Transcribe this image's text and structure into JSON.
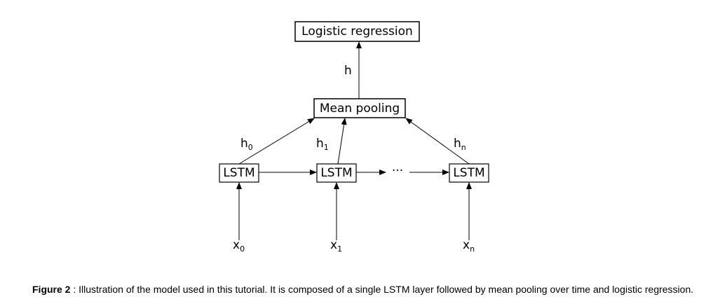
{
  "boxes": {
    "logistic": "Logistic regression",
    "pooling": "Mean pooling",
    "lstm_0": "LSTM",
    "lstm_1": "LSTM",
    "lstm_n": "LSTM"
  },
  "ellipsis": "···",
  "labels": {
    "h": "h",
    "h0": {
      "base": "h",
      "sub": "0"
    },
    "h1": {
      "base": "h",
      "sub": "1"
    },
    "hn": {
      "base": "h",
      "sub": "n"
    },
    "x0": {
      "base": "x",
      "sub": "0"
    },
    "x1": {
      "base": "x",
      "sub": "1"
    },
    "xn": {
      "base": "x",
      "sub": "n"
    }
  },
  "caption": {
    "prefix": "Figure 2",
    "text": " : Illustration of the model used in this tutorial. It is composed of a single LSTM layer followed by mean pooling over time and logistic regression."
  }
}
